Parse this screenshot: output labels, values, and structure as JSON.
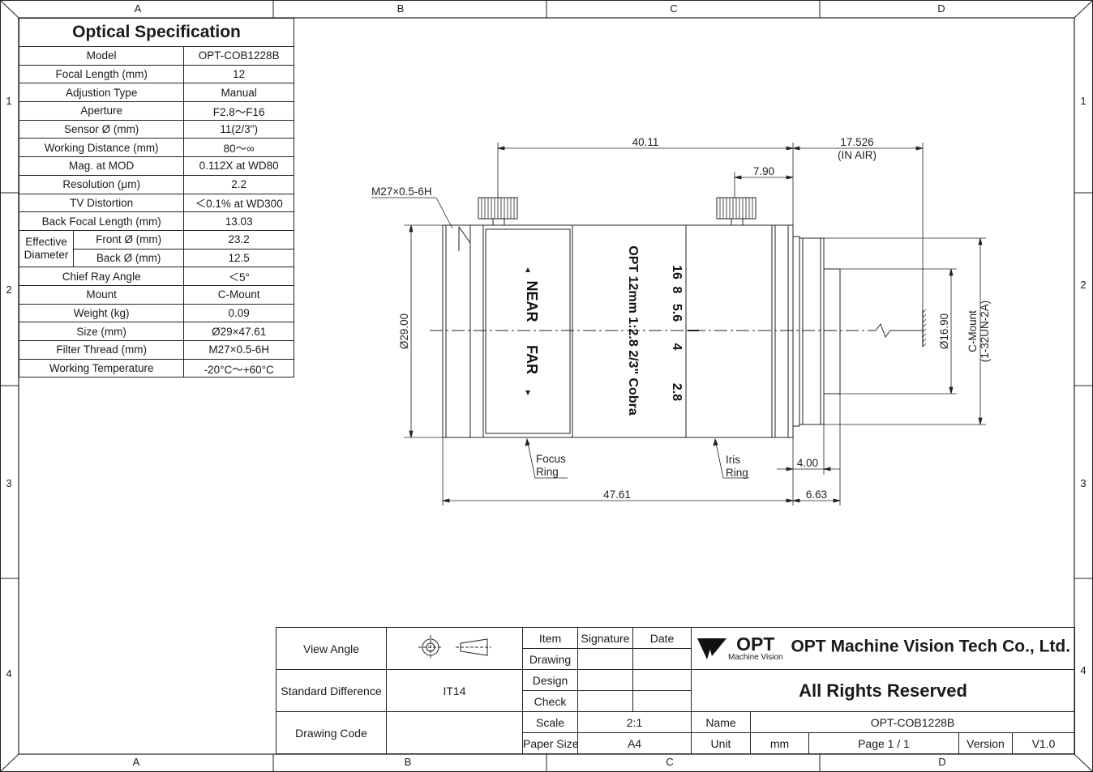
{
  "zones": {
    "cols": [
      "A",
      "B",
      "C",
      "D"
    ],
    "rows": [
      "1",
      "2",
      "3",
      "4"
    ]
  },
  "spec": {
    "title": "Optical Specification",
    "rows": [
      {
        "label": "Model",
        "value": "OPT-COB1228B"
      },
      {
        "label": "Focal Length (mm)",
        "value": "12"
      },
      {
        "label": "Adjustion Type",
        "value": "Manual"
      },
      {
        "label": "Aperture",
        "value": "F2.8～F16"
      },
      {
        "label": "Sensor Ø (mm)",
        "value": "11(2/3\")"
      },
      {
        "label": "Working Distance (mm)",
        "value": "80～∞"
      },
      {
        "label": "Mag. at MOD",
        "value": "0.112X at WD80"
      },
      {
        "label": "Resolution (μm)",
        "value": "2.2"
      },
      {
        "label": "TV Distortion",
        "value": "＜0.1% at WD300"
      },
      {
        "label": "Back Focal Length (mm)",
        "value": "13.03"
      }
    ],
    "effective_group": "Effective Diameter",
    "front_label": "Front Ø (mm)",
    "front_value": "23.2",
    "back_label": "Back Ø (mm)",
    "back_value": "12.5",
    "rows2": [
      {
        "label": "Chief Ray Angle",
        "value": "＜5°"
      },
      {
        "label": "Mount",
        "value": "C-Mount"
      },
      {
        "label": "Weight (kg)",
        "value": "0.09"
      },
      {
        "label": "Size (mm)",
        "value": "Ø29×47.61"
      },
      {
        "label": "Filter Thread (mm)",
        "value": "M27×0.5-6H"
      },
      {
        "label": "Working Temperature",
        "value": "-20°C～+60°C"
      }
    ]
  },
  "drawing": {
    "dim_top": "40.11",
    "dim_air": "17.526",
    "dim_air_note": "(IN AIR)",
    "dim_iris": "7.90",
    "thread_label": "M27×0.5-6H",
    "dia_body": "Ø29.00",
    "dia_mount": "Ø16.90",
    "mount_label": "C-Mount",
    "mount_thread": "(1-32UN-2A)",
    "focus_label_1": "Focus",
    "focus_label_2": "Ring",
    "iris_label_1": "Iris",
    "iris_label_2": "Ring",
    "dim_flange": "4.00",
    "dim_total": "47.61",
    "dim_back": "6.63",
    "near": "NEAR",
    "far": "FAR",
    "engraving": "OPT 12mm 1:2.8 2/3\" Cobra",
    "f_scale": [
      "16",
      "8",
      "5.6",
      "4",
      "2.8"
    ]
  },
  "title_block": {
    "view_angle": "View Angle",
    "standard_difference": "Standard Difference",
    "tolerance": "IT14",
    "drawing_code": "Drawing Code",
    "item": "Item",
    "signature": "Signature",
    "date": "Date",
    "drawing": "Drawing",
    "design": "Design",
    "check": "Check",
    "scale_label": "Scale",
    "scale_value": "2:1",
    "paper_label": "Paper Size",
    "paper_value": "A4",
    "logo_text": "OPT",
    "logo_sub": "Machine Vision",
    "company": "OPT Machine Vision Tech Co., Ltd.",
    "rights": "All Rights Reserved",
    "name_label": "Name",
    "name_value": "OPT-COB1228B",
    "unit_label": "Unit",
    "unit_value": "mm",
    "page": "Page  1 / 1",
    "version_label": "Version",
    "version_value": "V1.0"
  }
}
